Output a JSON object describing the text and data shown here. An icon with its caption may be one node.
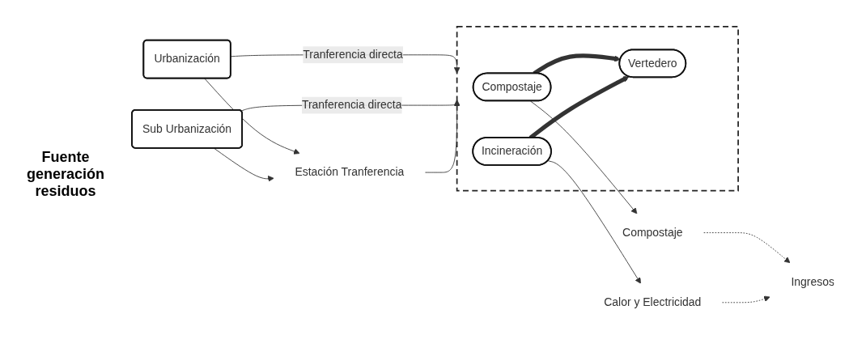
{
  "diagram": {
    "nodes": [
      {
        "text": [
          "Urbanización"
        ]
      },
      {
        "text": [
          "Sub Urbanización"
        ]
      },
      {
        "text": [
          "Estación Tranferencia"
        ]
      },
      {
        "text": [],
        "shape": "box"
      },
      {
        "text": [
          "Compostaje"
        ],
        "in": 3
      },
      {
        "text": [
          "Vertedero"
        ],
        "in": 3
      },
      {
        "text": [
          "Incineración"
        ],
        "in": 3
      },
      {
        "text": [
          "Compostaje"
        ]
      },
      {
        "text": [
          "Ingresos"
        ]
      },
      {
        "text": [
          "Calor y Electricidad"
        ]
      }
    ],
    "edges": [
      {
        "from": 0,
        "to": 3,
        "arrow": "to",
        "label": "Tranferencia directa"
      },
      {
        "from": 0,
        "to": 2,
        "arrow": "to"
      },
      {
        "from": 1,
        "to": 2,
        "arrow": "to"
      },
      {
        "from": 1,
        "to": 3,
        "arrow": "to",
        "label": "Tranferencia directa"
      },
      {
        "from": 2,
        "to": 3,
        "arrow": "to"
      },
      {
        "from": 4,
        "to": 5,
        "arrow": "to",
        "style": "thick"
      },
      {
        "from": 6,
        "to": 5,
        "arrow": "to",
        "style": "thick"
      },
      {
        "from": 4,
        "to": 7,
        "arrow": "to"
      },
      {
        "from": 6,
        "to": 9,
        "arrow": "to"
      },
      {
        "from": 7,
        "to": 8,
        "arrow": "to",
        "style": "dashed"
      },
      {
        "from": 9,
        "to": 8,
        "arrow": "to",
        "style": "dashed"
      }
    ],
    "labels": [
      "Fuente generación residuos"
    ]
  }
}
